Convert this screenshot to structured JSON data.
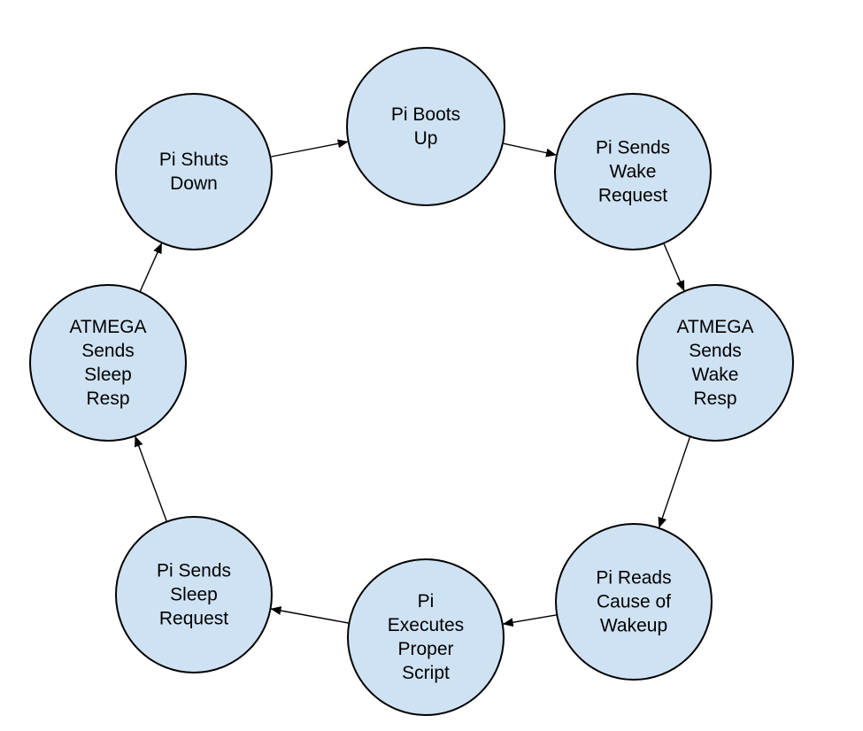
{
  "diagram": {
    "type": "cycle",
    "colors": {
      "node_fill": "#cfe2f3",
      "node_stroke": "#000000",
      "edge": "#000000",
      "text": "#000000"
    },
    "nodes": [
      {
        "id": "boot",
        "lines": [
          "Pi Boots",
          "Up"
        ]
      },
      {
        "id": "wake-request",
        "lines": [
          "Pi Sends",
          "Wake",
          "Request"
        ]
      },
      {
        "id": "wake-resp",
        "lines": [
          "ATMEGA",
          "Sends",
          "Wake",
          "Resp"
        ]
      },
      {
        "id": "read-cause",
        "lines": [
          "Pi Reads",
          "Cause of",
          "Wakeup"
        ]
      },
      {
        "id": "execute-script",
        "lines": [
          "Pi",
          "Executes",
          "Proper",
          "Script"
        ]
      },
      {
        "id": "sleep-request",
        "lines": [
          "Pi Sends",
          "Sleep",
          "Request"
        ]
      },
      {
        "id": "sleep-resp",
        "lines": [
          "ATMEGA",
          "Sends",
          "Sleep",
          "Resp"
        ]
      },
      {
        "id": "shutdown",
        "lines": [
          "Pi Shuts",
          "Down"
        ]
      }
    ],
    "edges": [
      {
        "from": "boot",
        "to": "wake-request"
      },
      {
        "from": "wake-request",
        "to": "wake-resp"
      },
      {
        "from": "wake-resp",
        "to": "read-cause"
      },
      {
        "from": "read-cause",
        "to": "execute-script"
      },
      {
        "from": "execute-script",
        "to": "sleep-request"
      },
      {
        "from": "sleep-request",
        "to": "sleep-resp"
      },
      {
        "from": "sleep-resp",
        "to": "shutdown"
      },
      {
        "from": "shutdown",
        "to": "boot"
      }
    ]
  }
}
